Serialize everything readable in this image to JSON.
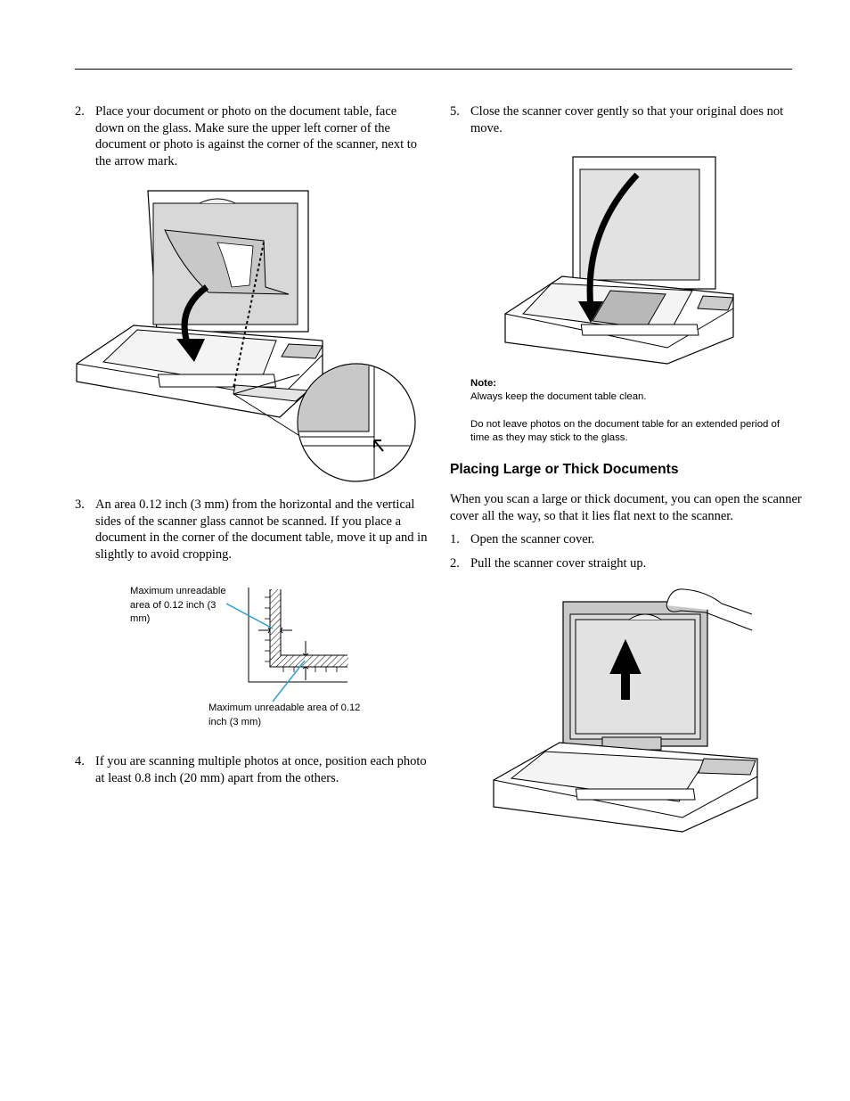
{
  "steps_left": [
    {
      "num": "2.",
      "text": "Place your document or photo on the document table, face down on the glass. Make sure the upper left corner of the document or photo is against the corner of the scanner, next to the arrow mark."
    },
    {
      "num": "3.",
      "text": "An area 0.12 inch (3 mm) from the horizontal and the vertical sides of the scanner glass cannot be scanned. If you place a document in the corner of the document table, move it up and in slightly to avoid cropping."
    },
    {
      "num": "4.",
      "text": "If you are scanning multiple photos at once, position each photo at least 0.8 inch (20 mm) apart from the others."
    }
  ],
  "step5": {
    "num": "5.",
    "text": "Close the scanner cover gently so that your original does not move."
  },
  "callouts": {
    "top": "Maximum unreadable area of 0.12 inch (3 mm)",
    "bottom": "Maximum unreadable area of 0.12 inch (3 mm)"
  },
  "note": {
    "heading": "Note:",
    "line1": "Always keep the document table clean.",
    "line2": "Do not leave photos on the document table for an extended period of time as they may stick to the glass."
  },
  "section": {
    "title": "Placing Large or Thick Documents",
    "intro": "When you scan a large or thick document, you can open the scanner cover all the way, so that it lies flat next to the scanner.",
    "steps": [
      {
        "num": "1.",
        "text": "Open the scanner cover."
      },
      {
        "num": "2.",
        "text": "Pull the scanner cover straight up."
      }
    ]
  },
  "colors": {
    "callout_line": "#2aa0d8",
    "cover_gray": "#e2e2e2",
    "dark_gray": "#8c8c8c"
  }
}
